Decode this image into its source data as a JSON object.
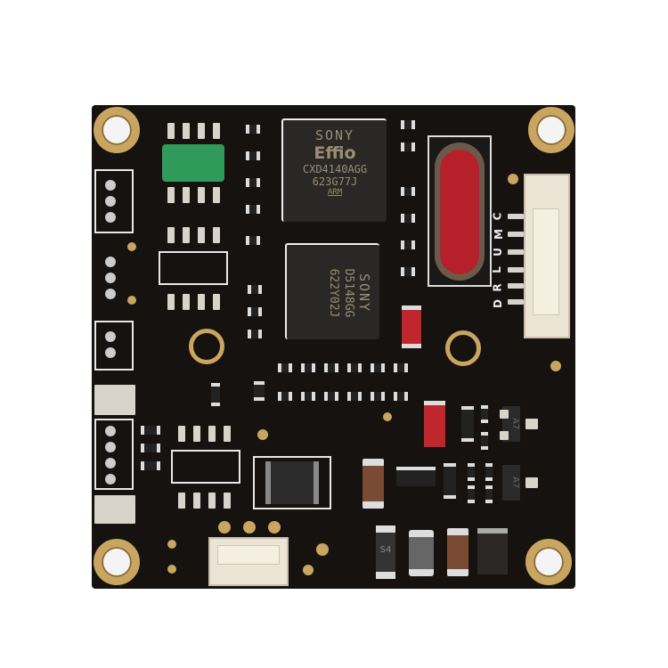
{
  "chip_main": {
    "brand": "SONY",
    "line": "Effio",
    "part": "CXD4140AGG",
    "lot": "623G77J",
    "mark": "ARM"
  },
  "chip_dsp": {
    "brand": "SONY",
    "part": "D5148GG",
    "lot": "622Y02J"
  },
  "connector_labels": [
    "D",
    "R",
    "L",
    "U",
    "M",
    "C"
  ],
  "transistor_marks": [
    "A7",
    "A7"
  ],
  "diode_mark": "S4",
  "colors": {
    "board": "#151210",
    "gold": "#c9a560",
    "crystal": "#b5202a",
    "green_ic": "#2f9a5a"
  }
}
